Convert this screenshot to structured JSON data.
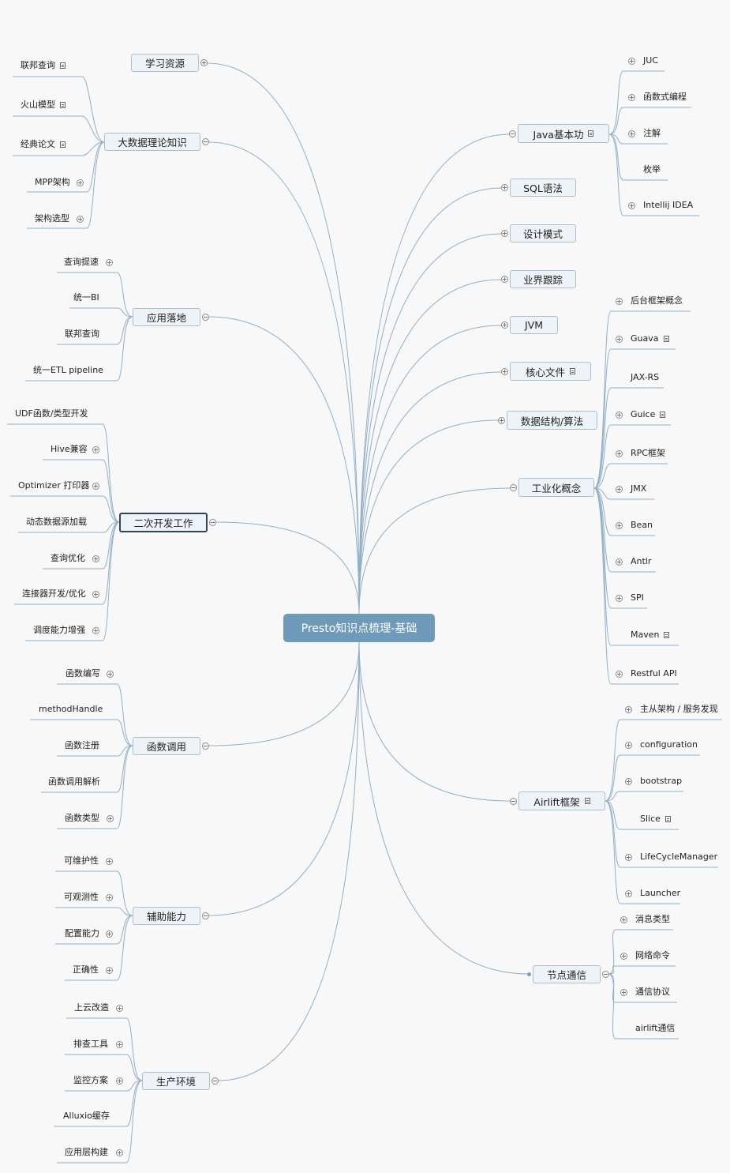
{
  "root": "Presto知识点梳理-基础",
  "left": {
    "xuexi": "学习资源",
    "dashuju": {
      "label": "大数据理论知识",
      "children": [
        "联邦查询",
        "火山模型",
        "经典论文",
        "MPP架构",
        "架构选型"
      ]
    },
    "yingyong": {
      "label": "应用落地",
      "children": [
        "查询提速",
        "统一BI",
        "联邦查询",
        "统一ETL pipeline"
      ]
    },
    "erci": {
      "label": "二次开发工作",
      "children": [
        "UDF函数/类型开发",
        "Hive兼容",
        "Optimizer 打印器",
        "动态数据源加载",
        "查询优化",
        "连接器开发/优化",
        "调度能力增强"
      ]
    },
    "hanshu": {
      "label": "函数调用",
      "children": [
        "函数编写",
        "methodHandle",
        "函数注册",
        "函数调用解析",
        "函数类型"
      ]
    },
    "fuzhu": {
      "label": "辅助能力",
      "children": [
        "可维护性",
        "可观测性",
        "配置能力",
        "正确性"
      ]
    },
    "shengchan": {
      "label": "生产环境",
      "children": [
        "上云改造",
        "排查工具",
        "监控方案",
        "Alluxio缓存",
        "应用层构建"
      ]
    }
  },
  "right": {
    "java": {
      "label": "Java基本功",
      "children": [
        "JUC",
        "函数式编程",
        "注解",
        "枚举",
        "Intellij IDEA"
      ]
    },
    "sql": "SQL语法",
    "sheji": "设计模式",
    "yejie": "业界跟踪",
    "jvm": "JVM",
    "hexin": "核心文件",
    "shuju": "数据结构/算法",
    "gongye": {
      "label": "工业化概念",
      "children": [
        "后台框架概念",
        "Guava",
        "JAX-RS",
        "Guice",
        "RPC框架",
        "JMX",
        "Bean",
        "Antlr",
        "SPI",
        "Maven",
        "Restful API"
      ]
    },
    "airlift": {
      "label": "Airlift框架",
      "children": [
        "主从架构 / 服务发现",
        "configuration",
        "bootstrap",
        "Slice",
        "LifeCycleManager",
        "Launcher"
      ]
    },
    "jiedian": {
      "label": "节点通信",
      "children": [
        "消息类型",
        "网络命令",
        "通信协议",
        "airlift通信"
      ]
    }
  }
}
